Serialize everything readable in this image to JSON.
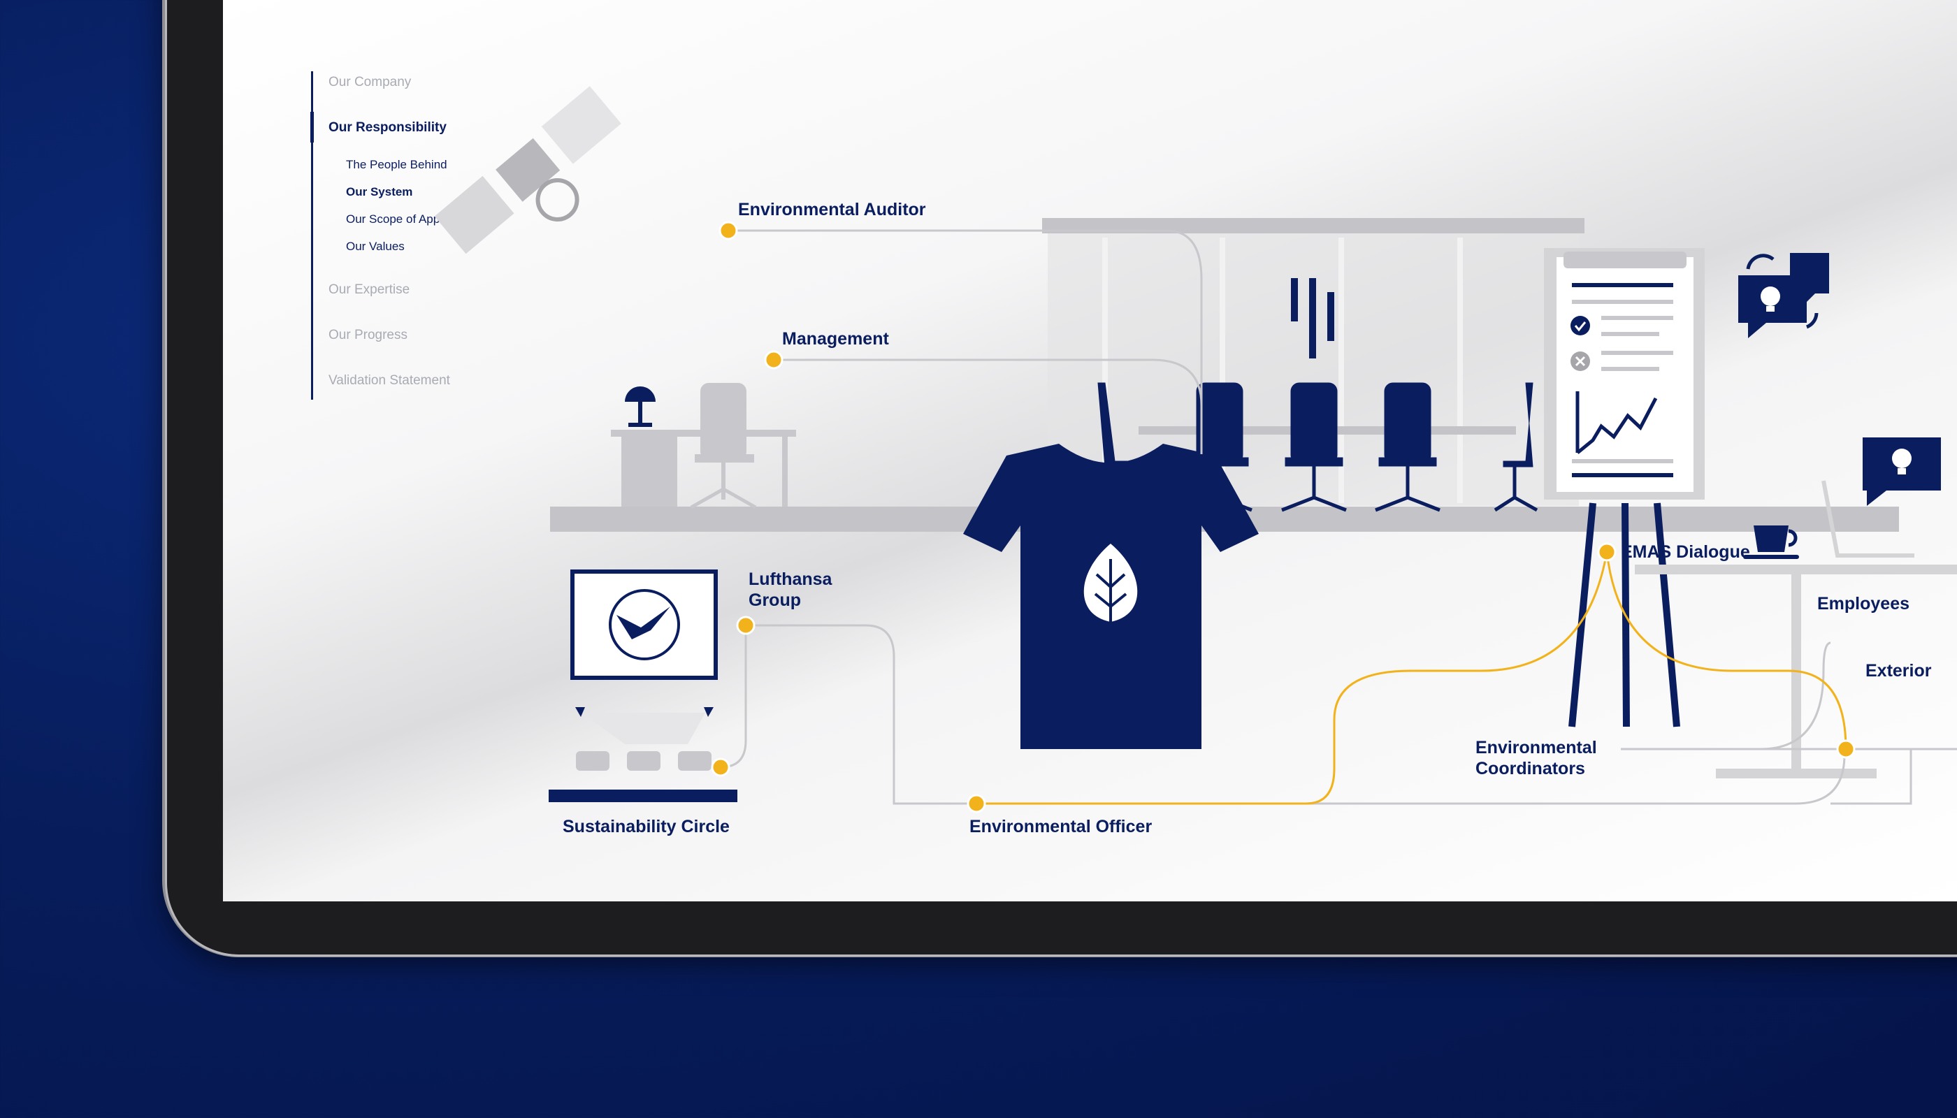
{
  "nav": {
    "items": [
      {
        "label": "Our Company"
      },
      {
        "label": "Our Responsibility"
      },
      {
        "label": "Our Expertise"
      },
      {
        "label": "Our Progress"
      },
      {
        "label": "Validation Statement"
      }
    ],
    "subitems": [
      {
        "label": "The People Behind"
      },
      {
        "label": "Our System"
      },
      {
        "label": "Our Scope of Application"
      },
      {
        "label": "Our Values"
      }
    ],
    "active_item": "Our Responsibility",
    "active_subitem": "Our System"
  },
  "diagram": {
    "labels": {
      "environmental_auditor": "Environmental Auditor",
      "management": "Management",
      "lufthansa_group_1": "Lufthansa",
      "lufthansa_group_2": "Group",
      "sustainability_circle": "Sustainability Circle",
      "environmental_officer": "Environmental Officer",
      "emas_dialogue": "EMAS Dialogue",
      "environmental_coordinators_1": "Environmental",
      "environmental_coordinators_2": "Coordinators",
      "employees": "Employees",
      "exterior": "Exterior"
    }
  },
  "colors": {
    "navy": "#0a1d5f",
    "accent_yellow": "#f2b21b",
    "line_gray": "#c8c8cc",
    "furniture_gray": "#c4c4c8",
    "background_blue": "#071d5c"
  }
}
